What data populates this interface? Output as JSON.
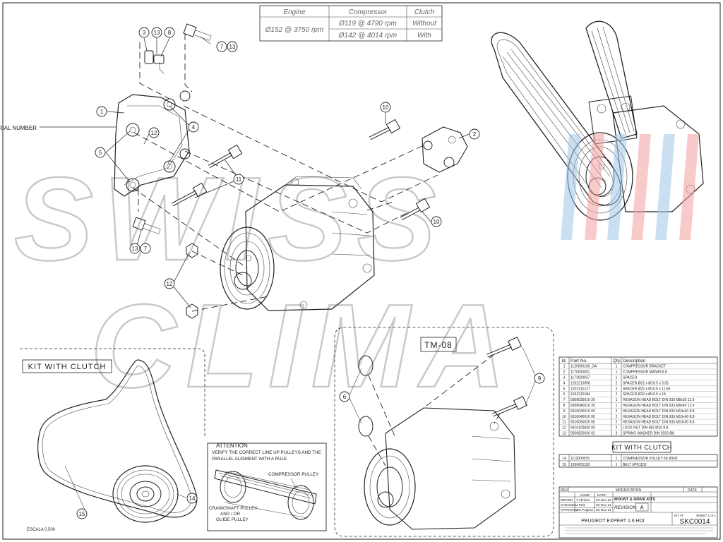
{
  "spec_table": {
    "headers": [
      "Engine",
      "Compressor",
      "Clutch"
    ],
    "engine": "Ø152 @ 3750 rpm",
    "rows": [
      {
        "compressor": "Ø119 @ 4790 rpm",
        "clutch": "Without"
      },
      {
        "compressor": "Ø142 @ 4014 rpm",
        "clutch": "With"
      }
    ]
  },
  "callouts": [
    "1",
    "2",
    "3",
    "4",
    "5",
    "6",
    "7",
    "8",
    "9",
    "10",
    "11",
    "12",
    "13",
    "14",
    "15"
  ],
  "labels": {
    "serial_number": "SERIAL NUMBER",
    "kit_with_clutch": "KIT WITH CLUTCH",
    "tm08": "TM-08",
    "scale": "ESCALA 0.500"
  },
  "attention": {
    "title": "ATTENTION",
    "line1": "VERIFY THE CORRECT LINE UP PULLEYS AND THE",
    "line2": "PARALLEL ALIGMENT WITH A RULE",
    "compressor_pulley": "COMPRESSOR PULLEY",
    "crank1": "CRANKSHAFT PULLEY",
    "crank2": "AND / OR",
    "crank3": "GUIDE PULLEY"
  },
  "parts": {
    "headers": [
      "Id.",
      "Part No.",
      "Qty.",
      "Description"
    ],
    "rows": [
      [
        "1",
        "1120000109_DA",
        "1",
        "COMPRESSOR BRACKET"
      ],
      [
        "2",
        "1170000001",
        "1",
        "COMPRESSOR MANIFOLD"
      ],
      [
        "3",
        "1173020037",
        "1",
        "SPACER"
      ],
      [
        "4",
        "1202210058",
        "2",
        "SPACER Ø22 x Ø10.5 x 5.65"
      ],
      [
        "5",
        "1202210127",
        "2",
        "SPACER Ø22 x Ø10.5 x 11.65"
      ],
      [
        "6",
        "1202210184",
        "2",
        "SPACER Ø22 x Ø10.5 x 18"
      ],
      [
        "7",
        "9308035010 20",
        "1",
        "HEXAGON HEAD BOLT DIN 933 M8x35 12.9"
      ],
      [
        "8",
        "9308040010 20",
        "1",
        "HEXAGON HEAD BOLT DIN 933 M8x40 12.9"
      ],
      [
        "9",
        "9310030010 00",
        "2",
        "HEXAGON HEAD BOLT DIN 933 M10x30 8.8"
      ],
      [
        "10",
        "9310040010 00",
        "2",
        "HEXAGON HEAD BOLT DIN 933 M10x40 8.8"
      ],
      [
        "11",
        "9310050020 00",
        "2",
        "HEXAGON HEAD BOLT DIN 933 M10x50 8.8"
      ],
      [
        "12",
        "9410100820 00",
        "2",
        "LOCK NUT DIN 982 M10 8.8"
      ],
      [
        "13",
        "9500820030 02",
        "3",
        "SPRING WASHER DIN 2093 Ø8"
      ]
    ]
  },
  "kit_clutch_table": {
    "title": "KIT WITH CLUTCH",
    "rows": [
      [
        "14",
        "1112000015",
        "1",
        "COMPRESSOR PULLEY 6K Ø142"
      ],
      [
        "15",
        "1260601152",
        "1",
        "BELT 6PK1152"
      ]
    ]
  },
  "title_block": {
    "rev": "REV",
    "modification": "MODIFICATION",
    "date": "DATE",
    "name": "NAME",
    "date_col": "DATE",
    "drawn": "DRAWN",
    "drawn_name": "T.Abrines",
    "drawn_date": "03-Nov-14",
    "checked": "CHECKED",
    "checked_name": "J.Petit",
    "checked_date": "03-Nov-14",
    "approved": "APPROVED",
    "approved_name": "J.C.Puigtrai",
    "approved_date": "03-Nov-14",
    "category": "MOUNT & DRIVE KITS",
    "revision_label": "REVISION:",
    "revision_value": "A",
    "product": "PEUGEOT EXPERT 1.6 HDI",
    "kit_no_label": "KIT Nº",
    "sheet_label": "SHEET 1 of 1",
    "kit_no": "SKC0014"
  },
  "watermark": {
    "line1": "SWISS",
    "line2": "CLIMA"
  },
  "colors": {
    "line": "#222222",
    "watermark": "#cfcfcf",
    "flag_red": "#f3a0a0",
    "flag_blue": "#9fc8e8"
  }
}
